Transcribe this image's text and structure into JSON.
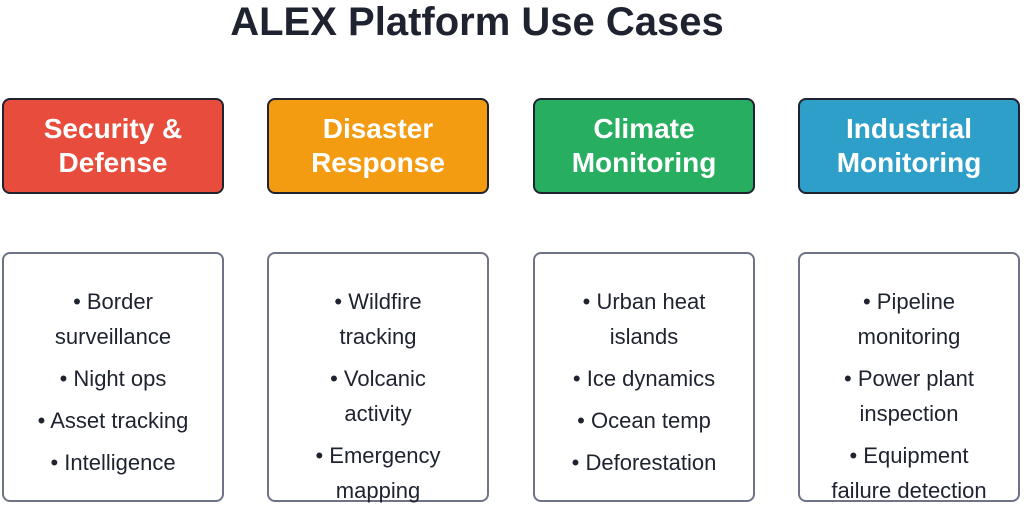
{
  "title": "ALEX Platform Use Cases",
  "categories": [
    {
      "label_lines": [
        "Security &",
        "Defense"
      ],
      "color": "#e74c3c",
      "items": [
        [
          "• Border",
          "surveillance"
        ],
        [
          "• Night ops"
        ],
        [
          "• Asset tracking"
        ],
        [
          "• Intelligence"
        ]
      ]
    },
    {
      "label_lines": [
        "Disaster",
        "Response"
      ],
      "color": "#f39c12",
      "items": [
        [
          "• Wildfire",
          "tracking"
        ],
        [
          "• Volcanic",
          "activity"
        ],
        [
          "• Emergency",
          "mapping"
        ]
      ]
    },
    {
      "label_lines": [
        "Climate",
        "Monitoring"
      ],
      "color": "#27ae60",
      "items": [
        [
          "• Urban heat",
          "islands"
        ],
        [
          "• Ice dynamics"
        ],
        [
          "• Ocean temp"
        ],
        [
          "• Deforestation"
        ]
      ]
    },
    {
      "label_lines": [
        "Industrial",
        "Monitoring"
      ],
      "color": "#2e9fc9",
      "items": [
        [
          "• Pipeline",
          "monitoring"
        ],
        [
          "• Power plant",
          "inspection"
        ],
        [
          "• Equipment",
          "failure detection"
        ]
      ]
    }
  ]
}
